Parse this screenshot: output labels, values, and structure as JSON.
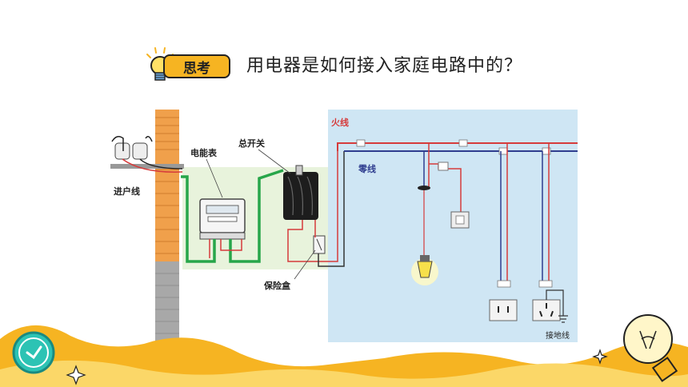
{
  "header": {
    "tag": "思考",
    "question": "用电器是如何接入家庭电路中的？"
  },
  "diagram": {
    "labels": {
      "entry_wire": "进户线",
      "meter": "电能表",
      "main_switch": "总开关",
      "fuse_box": "保险盒",
      "live_wire": "火线",
      "neutral_wire": "零线",
      "ground_wire": "接地线"
    }
  },
  "colors": {
    "accent_orange": "#f6b422",
    "live_wire": "#d63b3b",
    "neutral_wire": "#2f3d8f",
    "ground_panel": "#cfe6f4",
    "green_wire": "#27a64a"
  }
}
